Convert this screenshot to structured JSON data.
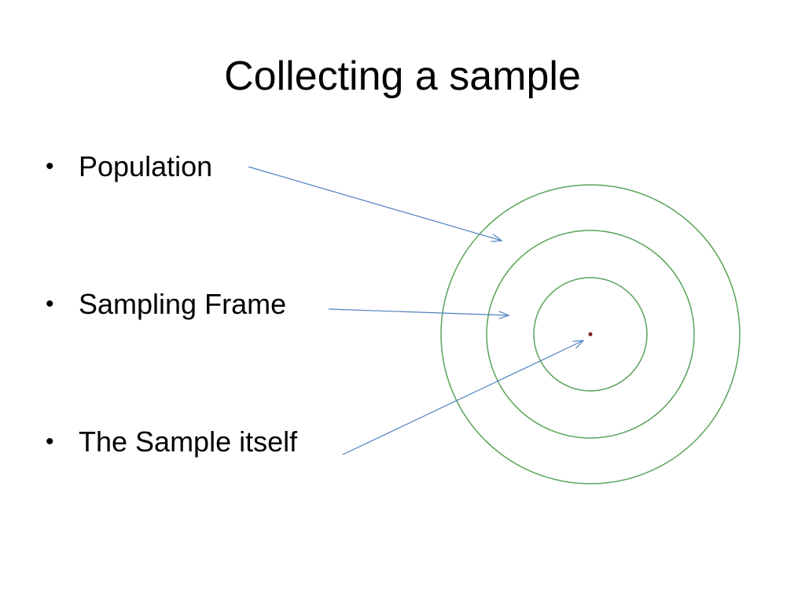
{
  "slide": {
    "title": "Collecting a sample",
    "bullets": [
      {
        "bullet": "•",
        "label": "Population"
      },
      {
        "bullet": "•",
        "label": "Sampling Frame"
      },
      {
        "bullet": "•",
        "label": "The Sample itself"
      }
    ]
  },
  "colors": {
    "background": "#ffffff",
    "text": "#000000",
    "rings": "#5aa35a",
    "arrows": "#4f81bd",
    "center_dot": "#7a1f1f"
  }
}
